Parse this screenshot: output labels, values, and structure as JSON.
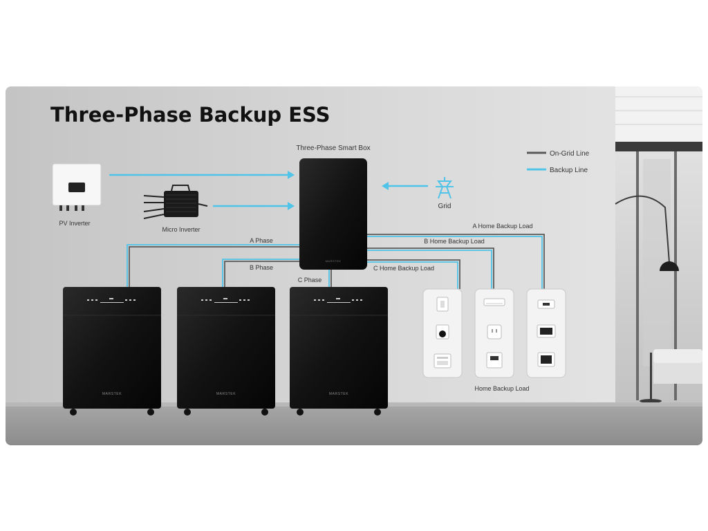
{
  "title": "Three-Phase Backup ESS",
  "smart_box": {
    "label": "Three-Phase Smart Box",
    "brand": "MARSTEK"
  },
  "legend": {
    "on_grid": {
      "label": "On-Grid Line",
      "color": "#5a5a5a"
    },
    "backup": {
      "label": "Backup Line",
      "color": "#4fc3e8"
    }
  },
  "sources": {
    "pv_inverter": "PV Inverter",
    "micro_inverter": "Micro Inverter",
    "grid": "Grid"
  },
  "phases": {
    "a": "A Phase",
    "b": "B Phase",
    "c": "C Phase"
  },
  "loads": {
    "a": "A Home Backup Load",
    "b": "B Home Backup Load",
    "c": "C Home Backup Load",
    "group": "Home Backup Load"
  },
  "batteries": [
    {
      "brand": "MARSTEK"
    },
    {
      "brand": "MARSTEK"
    },
    {
      "brand": "MARSTEK"
    }
  ],
  "colors": {
    "wall": "#cfcfcf",
    "floor": "#9a9a9a",
    "device": "#161616",
    "accent": "#4fc3e8"
  }
}
